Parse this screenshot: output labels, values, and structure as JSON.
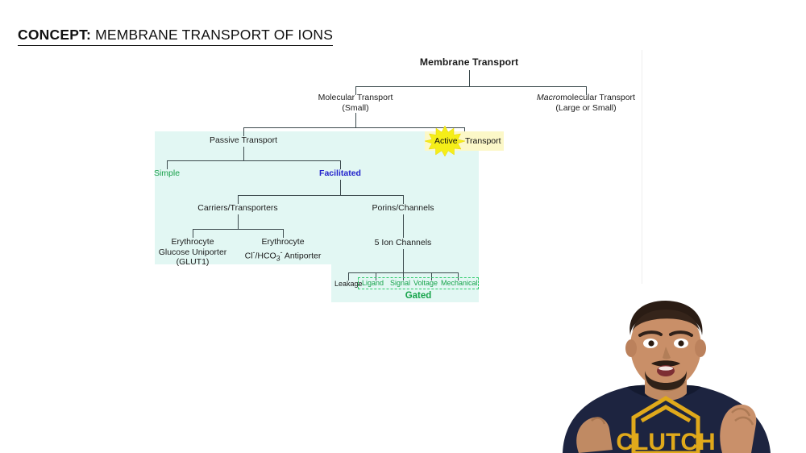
{
  "header": {
    "keyword": "CONCEPT:",
    "title": " MEMBRANE TRANSPORT OF IONS"
  },
  "diagram": {
    "root": "Membrane Transport",
    "level1": [
      {
        "line1": "Molecular Transport",
        "line2": "(Small)"
      },
      {
        "line1_italic": "Macro",
        "line1_rest": "molecular Transport",
        "line2": "(Large or Small)"
      }
    ],
    "level2": [
      {
        "label": "Passive Transport"
      },
      {
        "label_highlight": "Active",
        "label_rest": "Transport"
      }
    ],
    "level3": [
      {
        "label": "Simple",
        "color": "green"
      },
      {
        "label": "Facilitated",
        "color": "blue"
      }
    ],
    "level4": [
      {
        "label": "Carriers/Transporters"
      },
      {
        "label": "Porins/Channels"
      }
    ],
    "level5": [
      {
        "line1": "Erythrocyte",
        "line2": "Glucose Uniporter",
        "line3": "(GLUT1)"
      },
      {
        "line1": "Erythrocyte",
        "line2_pre": "Cl",
        "line2_sup1": "-",
        "line2_mid": "/HCO",
        "line2_sub": "3",
        "line2_sup2": "-",
        "line2_post": " Antiporter"
      },
      {
        "label": "5 Ion Channels"
      }
    ],
    "channels": {
      "ungated": "Leakage",
      "gated_terms": [
        "Ligand",
        "Signal",
        "Voltage",
        "Mechanical"
      ],
      "gated_label": "Gated"
    }
  },
  "colors": {
    "panel": "#e2f7f3",
    "line": "#3c4a4d",
    "green": "#16a34a",
    "blue": "#2222cc",
    "highlight_star": "#f5ee18",
    "highlight_bg": "#fcf8c8",
    "shirt": "#1d2440",
    "logo": "#e0a91b"
  },
  "presenter": {
    "shirt_text": "CLUTCH"
  }
}
